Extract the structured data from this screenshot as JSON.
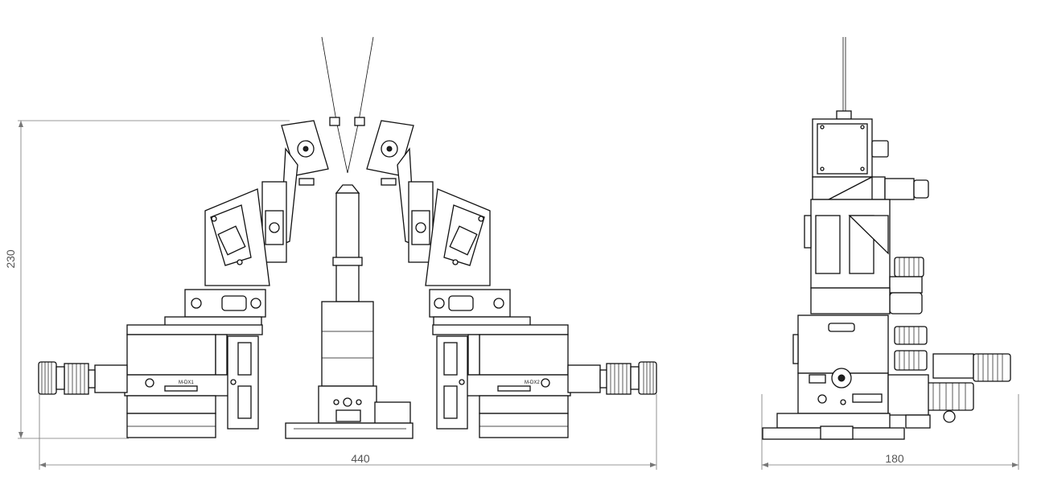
{
  "drawing": {
    "dimensions": {
      "height": "230",
      "front_width": "440",
      "side_width": "180"
    },
    "stage_labels": {
      "left_stage": "M-DX1",
      "right_stage": "M-DX2"
    },
    "colors": {
      "line": "#111111",
      "dimension": "#777777",
      "background": "#ffffff"
    }
  }
}
